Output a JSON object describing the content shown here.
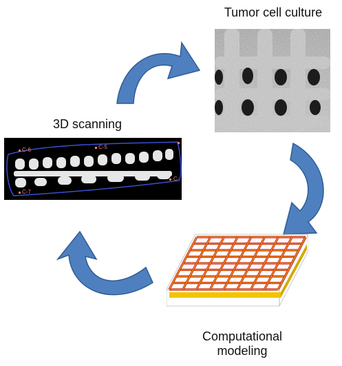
{
  "steps": {
    "tumor_culture": {
      "label": "Tumor cell culture"
    },
    "scanning": {
      "label": "3D scanning",
      "markers": [
        "C-6",
        "C-5",
        "C-7",
        "C-"
      ]
    },
    "modeling": {
      "label_line1": "Computational",
      "label_line2": "modeling"
    }
  },
  "colors": {
    "arrow_fill": "#4e7fbf",
    "arrow_edge": "#2f5c95",
    "scan_bg": "#000000",
    "scan_outline": "#3a4fd0",
    "marker": "#f08070",
    "model_orange": "#f08a1e",
    "model_red": "#c0261a",
    "model_base_yellow": "#f2c400"
  }
}
